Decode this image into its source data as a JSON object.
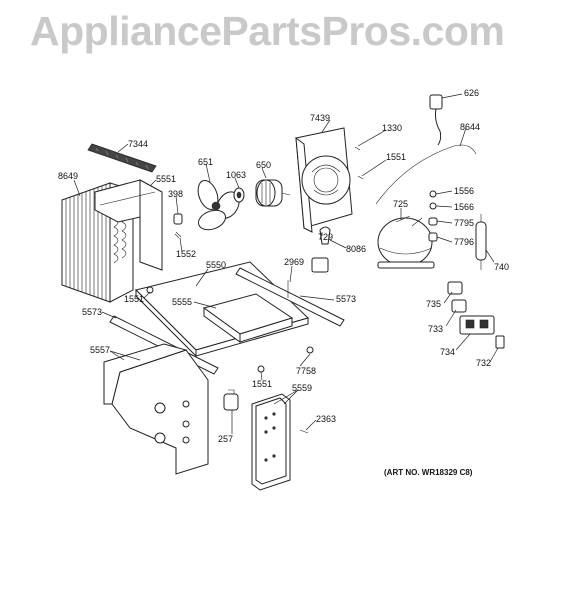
{
  "watermark": "AppliancePartsPros.com",
  "art_number": "(ART NO. WR18329 C8)",
  "callouts": {
    "c626": "626",
    "c8644": "8644",
    "c7439": "7439",
    "c1330": "1330",
    "c1551_top": "1551",
    "c7344": "7344",
    "c651": "651",
    "c1063": "1063",
    "c650": "650",
    "c8649": "8649",
    "c5551": "5551",
    "c398": "398",
    "c1552": "1552",
    "c729": "729",
    "c8086": "8086",
    "c725": "725",
    "c1556": "1556",
    "c1566": "1566",
    "c7795": "7795",
    "c7796": "7796",
    "c740": "740",
    "c5550": "5550",
    "c2969": "2969",
    "c1551_mid": "1551",
    "c5555": "5555",
    "c5573_r": "5573",
    "c5573_l": "5573",
    "c735": "735",
    "c733": "733",
    "c734": "734",
    "c732": "732",
    "c5557": "5557",
    "c7758": "7758",
    "c1551_low": "1551",
    "c5559": "5559",
    "c257": "257",
    "c2363": "2363"
  }
}
